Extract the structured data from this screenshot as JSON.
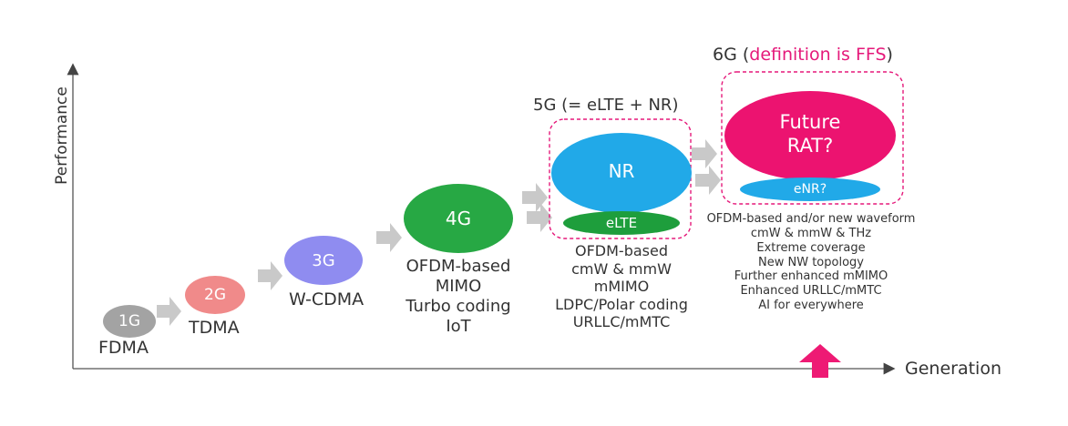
{
  "axes": {
    "y_label": "Performance",
    "x_label": "Generation"
  },
  "generations": [
    {
      "badge": "1G",
      "tech": "FDMA",
      "color": "#a3a3a3"
    },
    {
      "badge": "2G",
      "tech": "TDMA",
      "color": "#f08a8a"
    },
    {
      "badge": "3G",
      "tech": "W-CDMA",
      "color": "#8f8cf0"
    },
    {
      "badge": "4G",
      "tech_lines": [
        "OFDM-based",
        "MIMO",
        "Turbo coding",
        "IoT"
      ],
      "color": "#27a844"
    }
  ],
  "g5": {
    "title": "5G (= eLTE + NR)",
    "nr": "NR",
    "elte": "eLTE",
    "features": [
      "OFDM-based",
      "cmW & mmW",
      "mMIMO",
      "LDPC/Polar coding",
      "URLLC/mMTC"
    ],
    "nr_color": "#21a9e8",
    "elte_color": "#1e9e3c"
  },
  "g6": {
    "title_prefix": "6G (",
    "title_highlight": "definition is FFS",
    "title_suffix": ")",
    "future_line1": "Future",
    "future_line2": "RAT?",
    "enr": "eNR?",
    "features": [
      "OFDM-based and/or new waveform",
      "cmW & mmW & THz",
      "Extreme coverage",
      "New NW topology",
      "Further enhanced mMIMO",
      "Enhanced URLLC/mMTC",
      "AI for everywhere"
    ],
    "future_color": "#ec1370",
    "enr_color": "#21a9e8",
    "highlight_color": "#e5197a"
  }
}
